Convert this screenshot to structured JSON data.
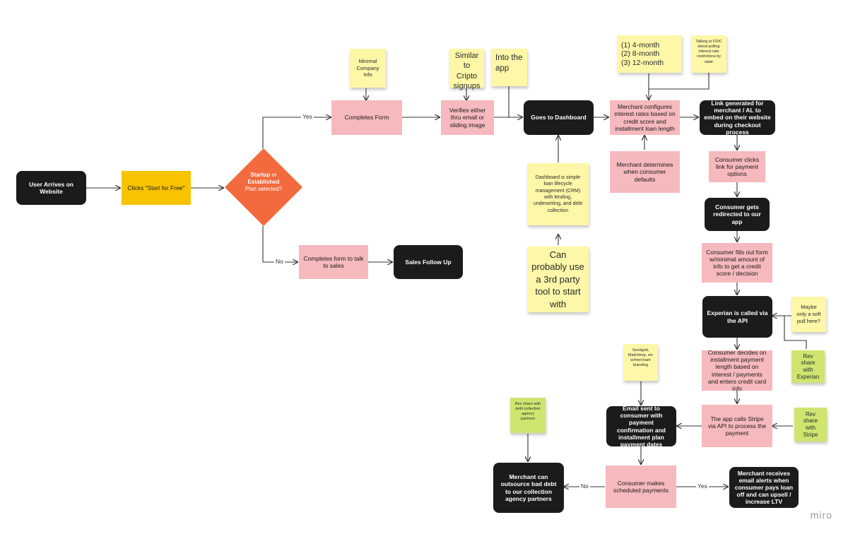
{
  "nodes": {
    "user_arrives": "User Arrives on Website",
    "clicks_start": "Clicks \"Start for Free\"",
    "decision_startup": "Startup",
    "decision_or": "or",
    "decision_established": "Established",
    "decision_rest": "Plan selected?",
    "completes_form": "Completes Form",
    "verifies": "Verifies either thru email or sliding image",
    "goes_dashboard": "Goes to Dashboard",
    "merchant_configures": "Merchant configures interest rates based on credit score and installment loan length",
    "link_generated": "Link generated for merchant / AL to embed on their website during checkout process",
    "completes_form_sales": "Completes form to talk to sales",
    "sales_follow_up": "Sales Follow Up",
    "merchant_determines": "Merchant determines when consumer defaults",
    "consumer_clicks": "Consumer clicks link for payment options",
    "consumer_redirected": "Consumer gets redirected to our app",
    "consumer_fills": "Consumer fills out form w/minimal amount of info to get a credit score / decision",
    "experian_called": "Experian is called via the API",
    "consumer_decides": "Consumer decides on installment payment length based on interest / payments and enters credit card info",
    "app_calls_stripe": "The app calls Stripe via API to process the payment",
    "email_sent": "Email sent to consumer with payment confirmation and installment plan payment dates",
    "consumer_makes": "Consumer makes scheduled payments",
    "merchant_outsource": "Merchant can outsource bad debt to our collection agency partners",
    "merchant_receives": "Merchant receives email alerts when consumer pays loan off and can upsell / increase LTV"
  },
  "stickies": {
    "minimal_company": "Minimal Company Info",
    "similar_cripto": "Similar to Cripto signups",
    "into_app": "Into the app",
    "loan_terms": "(1) 4-month\n(2) 8-month\n(3) 12-month",
    "talking_fdic": "Talking to FDIC about pulling interest rate restrictions by state",
    "dashboard_desc": "Dashboard is simple loan lifecycle management (CRM) with lending, underwriting, and debt collection",
    "third_party": "Can probably use a 3rd party tool to start with",
    "maybe_soft": "Maybe only a soft pull here?",
    "sendgrid": "Sendgrid, Mailchimp, etc w/merchant branding",
    "rev_share_debt": "Rev share with debt collection agency partners",
    "rev_share_experian": "Rev share with Experian",
    "rev_share_stripe": "Rev share with Stripe"
  },
  "edge_labels": {
    "yes_top": "Yes",
    "no_bottom": "No",
    "no_payments": "No",
    "yes_payments": "Yes"
  },
  "colors": {
    "black_node": "#1b1b1b",
    "pink_node": "#f6b9bd",
    "orange_node": "#f8c300",
    "decision": "#f26a3d",
    "sticky_yellow": "#fdf7a7",
    "sticky_green": "#cfe570"
  },
  "brand": "miro"
}
